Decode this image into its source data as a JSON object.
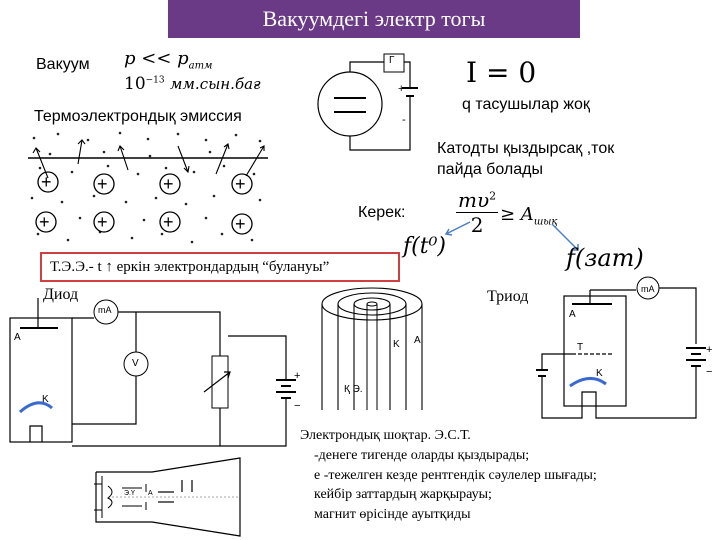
{
  "title": "Вакуумдегі электр тогы",
  "vacuum": {
    "label": "Вакуум",
    "formula1": "p << p",
    "formula1_sub": "атм",
    "formula2_base": "10",
    "formula2_exp": "−13",
    "formula2_unit": "мм.сын.бағ"
  },
  "thermo_label": "Термоэлектрондық эмиссия",
  "circuit1": {
    "g_label": "Г",
    "plus": "+",
    "minus": "-"
  },
  "current_formula": "I = 0",
  "no_carriers": "q тасушылар жоқ",
  "cathode_text": [
    "Катодты қыздырсақ ,ток",
    "пайда болады"
  ],
  "need_label": "Керек:",
  "energy_formula": {
    "numerator": "mυ",
    "sq": "2",
    "denominator": "2",
    "rel": "≥ A",
    "sub": "шық"
  },
  "func1": "f(t⁰)",
  "func2": "f(зат)",
  "red_box_text": "Т.Э.Э.- t ↑ еркін электрондардың “булануы”",
  "plus_sign": "+",
  "diode": {
    "label": "Диод",
    "ma": "mA",
    "v": "V",
    "a": "A",
    "k": "K",
    "plus": "+",
    "minus": "−"
  },
  "tube": {
    "k": "K",
    "a": "A",
    "ke": "Қ Э."
  },
  "triode": {
    "label": "Триод",
    "ma": "mA",
    "a": "A",
    "t": "T",
    "k": "K",
    "plus": "+",
    "minus": "−"
  },
  "crt": {
    "label1": "Э.Ү",
    "label2": "А"
  },
  "beams": {
    "heading": "Электрондық шоқтар. Э.С.Т.",
    "lines": [
      "-денеге тигенде оларды қыздырады;",
      "е -тежелген кезде  рентгендік сәулелер шығады;",
      "кейбір заттардың жарқырауы;",
      "магнит өрісінде ауытқиды"
    ]
  }
}
